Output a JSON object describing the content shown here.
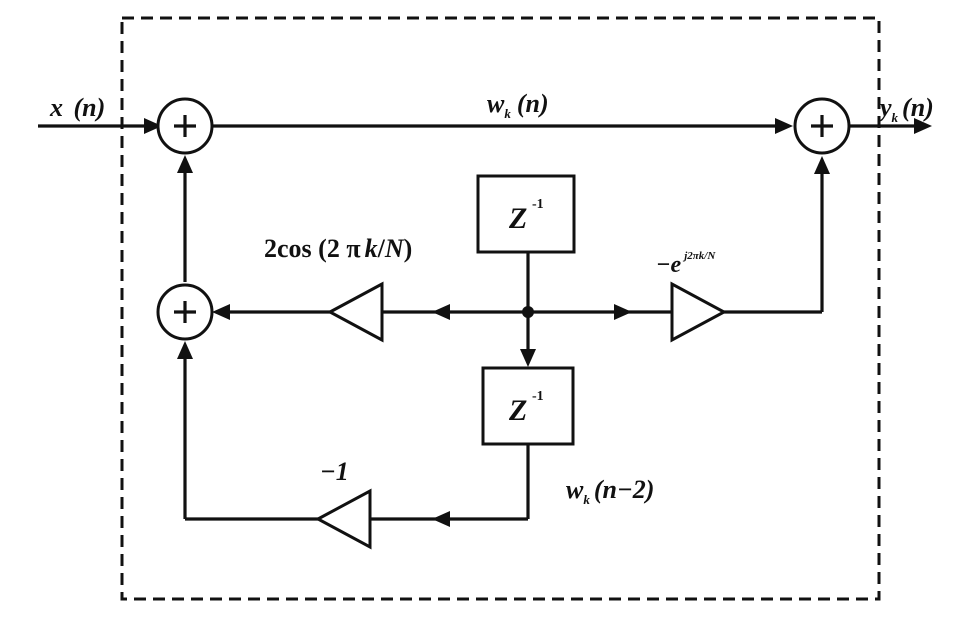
{
  "diagram": {
    "labels": {
      "input": {
        "name": "x",
        "arg": "(n)"
      },
      "output": {
        "name": "y",
        "sub": "k",
        "arg": "(n)"
      },
      "top_signal": {
        "name": "w",
        "sub": "k",
        "arg": "(n)"
      },
      "delayed_signal": {
        "name": "w",
        "sub": "k",
        "arg": "(n−2)"
      },
      "cos_gain": {
        "pre": "2cos (2 ",
        "pi": "π",
        "post_a": "k",
        "post_b": "/",
        "post_c": "N",
        "post_d": ")"
      },
      "twiddle_gain": {
        "base": "−e",
        "exp": "j2πk/N"
      },
      "neg_gain": "−1",
      "delay_upper": {
        "base": "Z",
        "exp": "-1"
      },
      "delay_lower": {
        "base": "Z",
        "exp": "-1"
      },
      "plus_symbol": "+"
    },
    "colors": {
      "ink": "#111111",
      "background": "#ffffff"
    }
  }
}
